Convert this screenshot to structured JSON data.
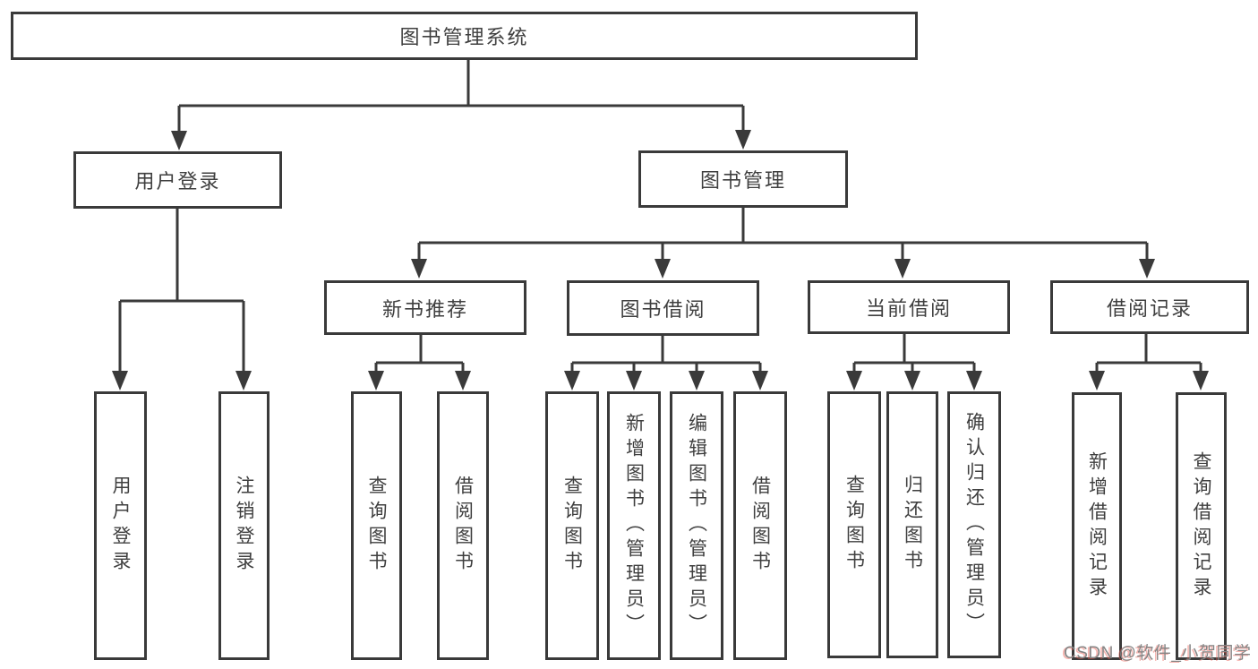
{
  "diagram": {
    "title": "图书管理系统",
    "nodes": {
      "root": {
        "label": "图书管理系统"
      },
      "login": {
        "label": "用户登录"
      },
      "management": {
        "label": "图书管理"
      },
      "new_book": {
        "label": "新书推荐"
      },
      "book_borrow": {
        "label": "图书借阅"
      },
      "current_borrow": {
        "label": "当前借阅"
      },
      "borrow_record": {
        "label": "借阅记录"
      },
      "leaves": [
        "用户登录",
        "注销登录",
        "查询图书",
        "借阅图书",
        "查询图书",
        "新增图书（管理员）",
        "编辑图书（管理员）",
        "借阅图书",
        "查询图书",
        "归还图书",
        "确认归还（管理员）",
        "新增借阅记录",
        "查询借阅记录"
      ]
    },
    "colors": {
      "line": "#3a3a3a",
      "box_border": "#3a3a3a",
      "text": "#3f3f3f",
      "background": "#ffffff",
      "watermark_text": "#858585",
      "watermark_tint": "#eb5a50"
    }
  },
  "watermark": {
    "text": "CSDN @软件_小贺同学"
  }
}
